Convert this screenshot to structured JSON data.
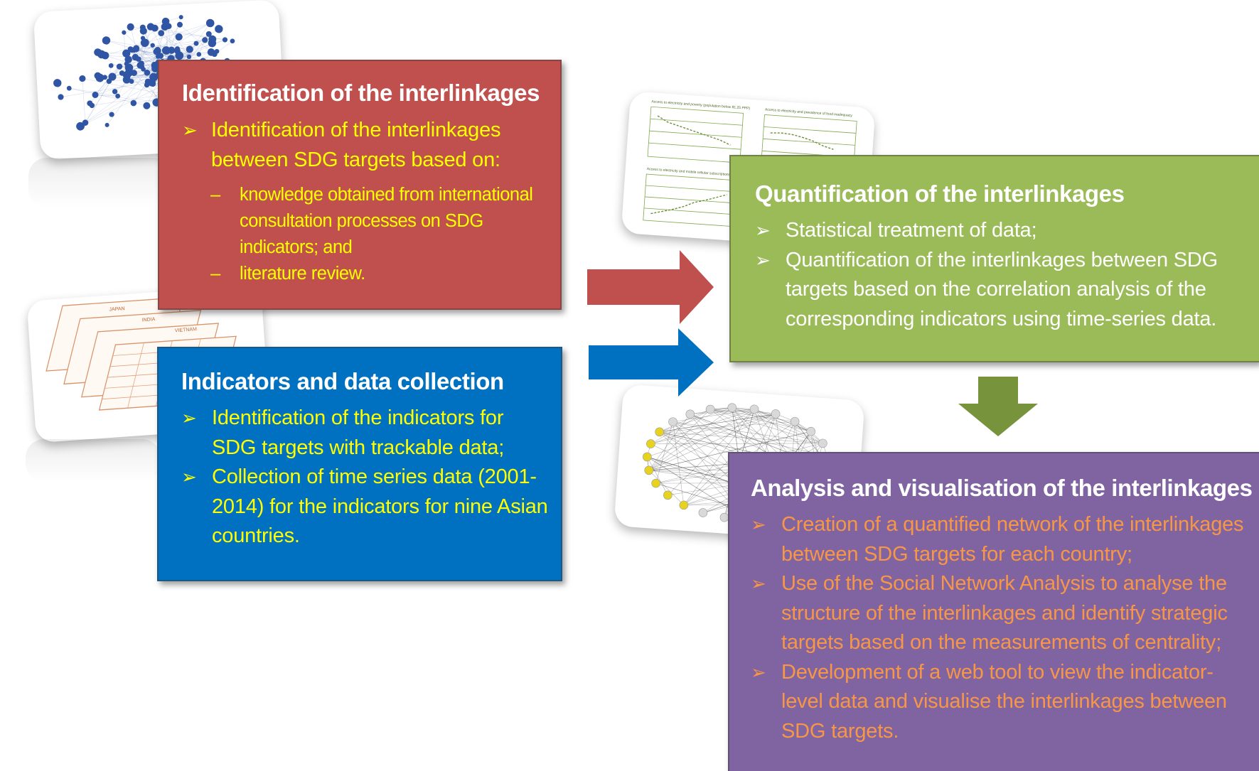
{
  "colors": {
    "identification": "#c0504d",
    "indicators": "#0070c0",
    "quantification": "#9bbb59",
    "analysis": "#8064a2",
    "yellow_text": "#ffff00",
    "orange_text": "#f79646",
    "white_text": "#ffffff",
    "arrow_red": "#c0504d",
    "arrow_blue": "#0070c0",
    "arrow_green": "#77933c"
  },
  "icons": {
    "bullet": "➢",
    "dash": "–",
    "network_thumb": "network-graph-thumbnail",
    "table_thumb": "country-tables-thumbnail",
    "chart_thumb": "line-charts-thumbnail",
    "circle_thumb": "circular-network-thumbnail"
  },
  "identification": {
    "title": "Identification of the interlinkages",
    "bullet": "Identification of the interlinkages between SDG targets based on:",
    "subitems": [
      "knowledge obtained from international consultation processes on SDG indicators; and",
      "literature review."
    ]
  },
  "indicators": {
    "title": "Indicators and data collection",
    "bullets": [
      "Identification of the indicators for SDG targets with trackable data;",
      "Collection of time series data (2001-2014) for the indicators for nine Asian countries."
    ]
  },
  "quantification": {
    "title": "Quantification of the interlinkages",
    "bullets": [
      "Statistical treatment of data;",
      "Quantification of the interlinkages between SDG targets based on the correlation analysis of the corresponding indicators using time-series data."
    ]
  },
  "analysis": {
    "title": "Analysis and visualisation of the interlinkages",
    "bullets": [
      "Creation of a quantified network of the interlinkages between SDG targets for each country;",
      "Use of the Social Network Analysis to analyse the structure of the interlinkages and identify strategic targets based on the measurements of centrality;",
      "Development of a web tool to view the indicator-level data and visualise the interlinkages between SDG targets."
    ]
  },
  "thumbnails": {
    "table_labels": [
      "JAPAN",
      "INDIA",
      "VIETNAM"
    ],
    "chart_titles": [
      "Access to electricity and poverty (population below $1.25 PPP)",
      "Access to electricity and prevalence of food inadequacy",
      "Access to electricity and mobile cellular subscriptions"
    ]
  }
}
